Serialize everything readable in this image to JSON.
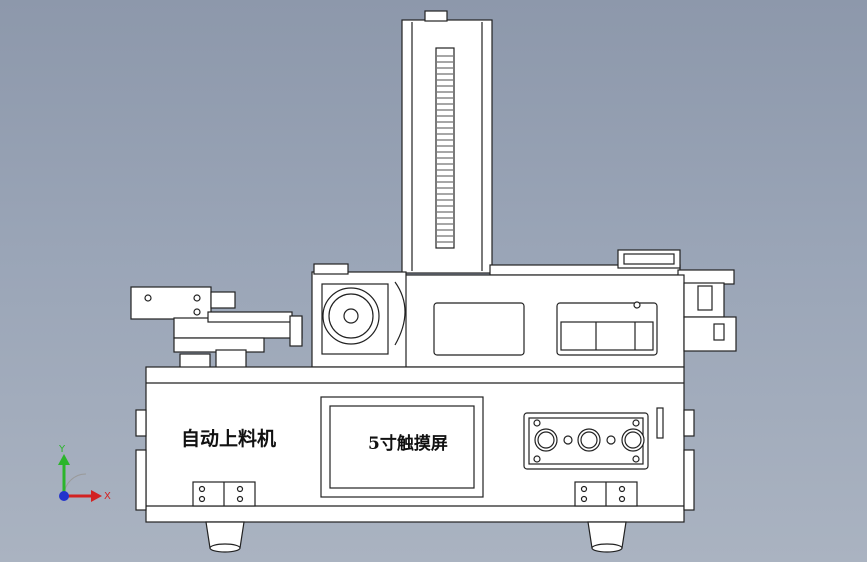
{
  "machine": {
    "front_label": "自动上料机",
    "screen_label": "5寸触摸屏"
  },
  "triad": {
    "y_label": "Y",
    "x_label": "X",
    "y_color": "#2bb52b",
    "x_color": "#d22222",
    "origin_color": "#2233cc"
  },
  "colors": {
    "viewport_top": "#8d98ab",
    "viewport_bottom": "#aab3c1",
    "part_fill": "#ffffff",
    "edge": "#222222"
  }
}
